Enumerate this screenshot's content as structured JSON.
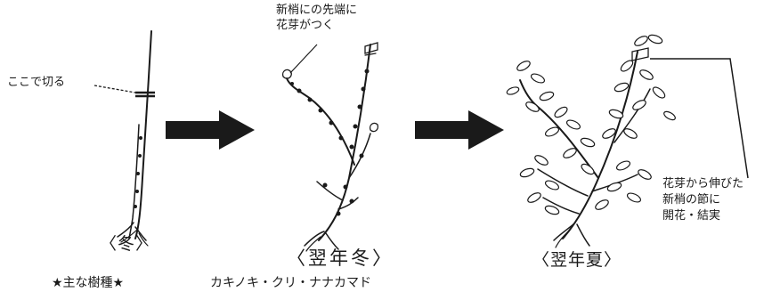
{
  "labels": {
    "cut_here": "ここで切る",
    "flower_bud_line1": "新梢にの先端に",
    "flower_bud_line2": "花芽がつく",
    "bloom_line1": "花芽から伸びた",
    "bloom_line2": "新梢の節に",
    "bloom_line3": "開花・結実"
  },
  "stages": {
    "winter": "〈冬〉",
    "next_winter": "〈翌年冬〉",
    "next_summer": "〈翌年夏〉"
  },
  "footer": {
    "species_label": "★主な樹種★",
    "species_list": "カキノキ・クリ・ナナカマド"
  },
  "colors": {
    "ink": "#1a1a1a",
    "arrow": "#1a1a1a"
  }
}
